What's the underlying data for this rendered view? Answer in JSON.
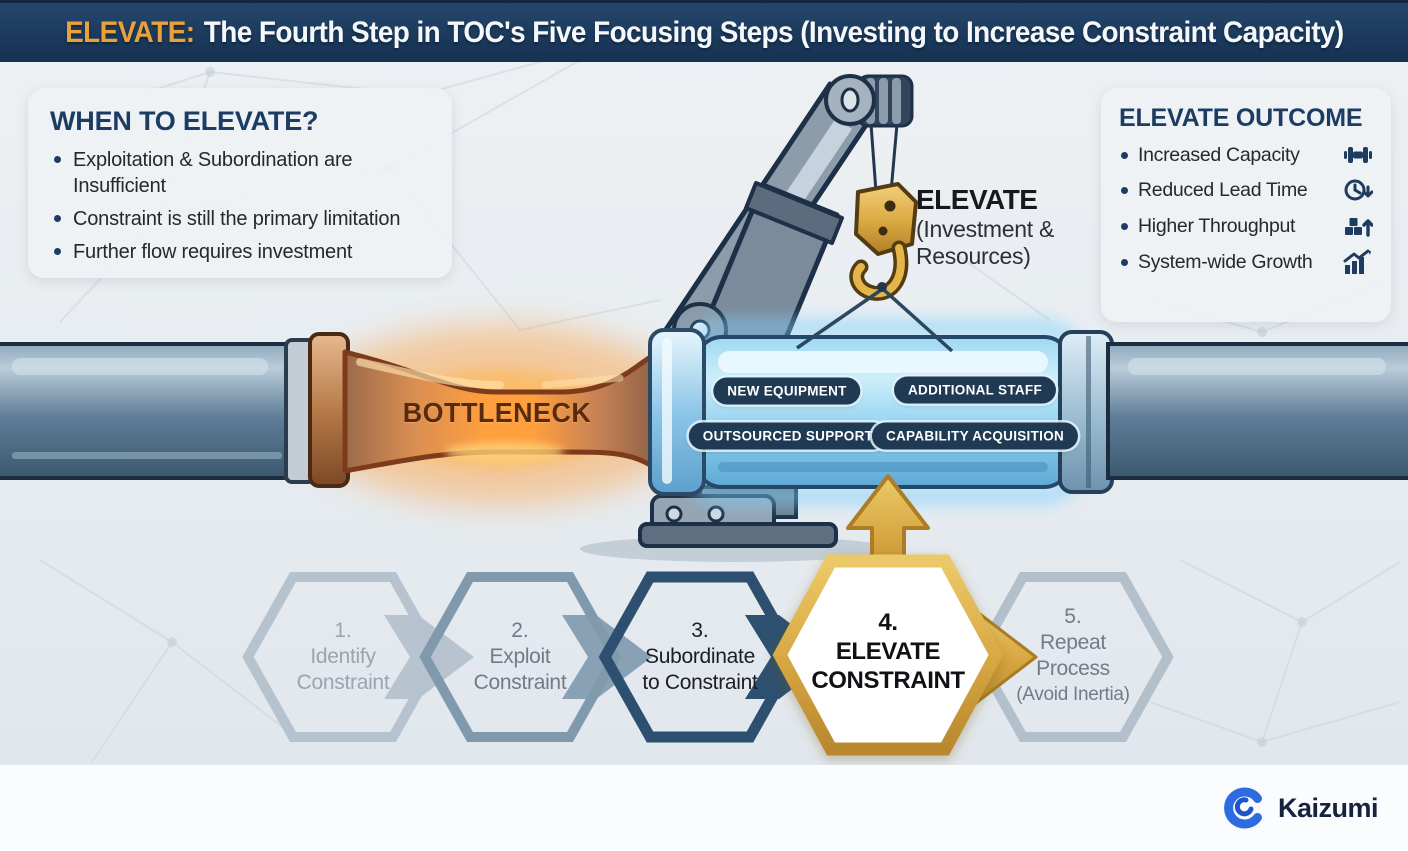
{
  "title": {
    "highlight": "ELEVATE:",
    "rest": "The Fourth Step in TOC's Five Focusing Steps (Investing to Increase Constraint Capacity)"
  },
  "when_card": {
    "heading": "WHEN TO ELEVATE?",
    "bullets": [
      "Exploitation & Subordination are Insufficient",
      "Constraint is still the primary limitation",
      "Further flow requires investment"
    ]
  },
  "outcome_card": {
    "heading": "ELEVATE OUTCOME",
    "items": [
      {
        "label": "Increased Capacity",
        "icon": "dumbbell-icon"
      },
      {
        "label": "Reduced Lead Time",
        "icon": "clock-down-icon"
      },
      {
        "label": "Higher Throughput",
        "icon": "boxes-up-icon"
      },
      {
        "label": "System-wide Growth",
        "icon": "growth-chart-icon"
      }
    ]
  },
  "crane_label": {
    "title": "ELEVATE",
    "line1": "(Investment &",
    "line2": "Resources)"
  },
  "pipe": {
    "bottleneck_label": "BOTTLENECK",
    "pills": [
      "NEW EQUIPMENT",
      "ADDITIONAL STAFF",
      "OUTSOURCED SUPPORT",
      "CAPABILITY ACQUISITION"
    ]
  },
  "steps": [
    {
      "number": "1.",
      "lines": [
        "Identify",
        "Constraint"
      ]
    },
    {
      "number": "2.",
      "lines": [
        "Exploit",
        "Constraint"
      ]
    },
    {
      "number": "3.",
      "lines": [
        "Subordinate",
        "to Constraint"
      ]
    },
    {
      "number": "4.",
      "lines": [
        "ELEVATE",
        "CONSTRAINT"
      ],
      "highlight": true
    },
    {
      "number": "5.",
      "lines": [
        "Repeat",
        "Process",
        "(Avoid Inertia)"
      ]
    }
  ],
  "footer": {
    "brand": "Kaizumi"
  },
  "colors": {
    "title_accent": "#E9A23B",
    "navy": "#1D3B5E",
    "bottleneck_glow": "#FF9D3A",
    "pipe_glow": "#7FD2FF",
    "step_gold": "#D9A944",
    "brand_blue": "#2D6BE0"
  }
}
